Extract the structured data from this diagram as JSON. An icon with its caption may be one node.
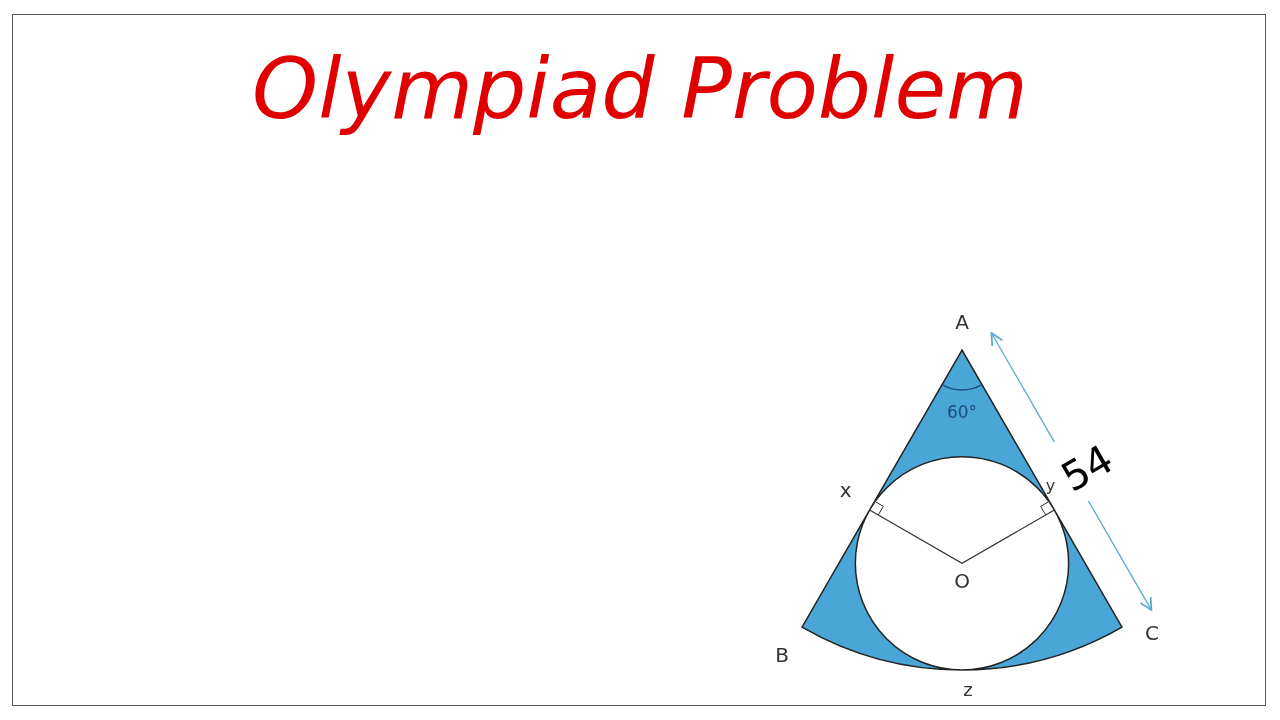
{
  "diagram": {
    "title": "Olympiad Problem",
    "labels": [
      "A",
      "60°",
      "x",
      "y",
      "54",
      "O",
      "B",
      "C",
      "z"
    ]
  }
}
